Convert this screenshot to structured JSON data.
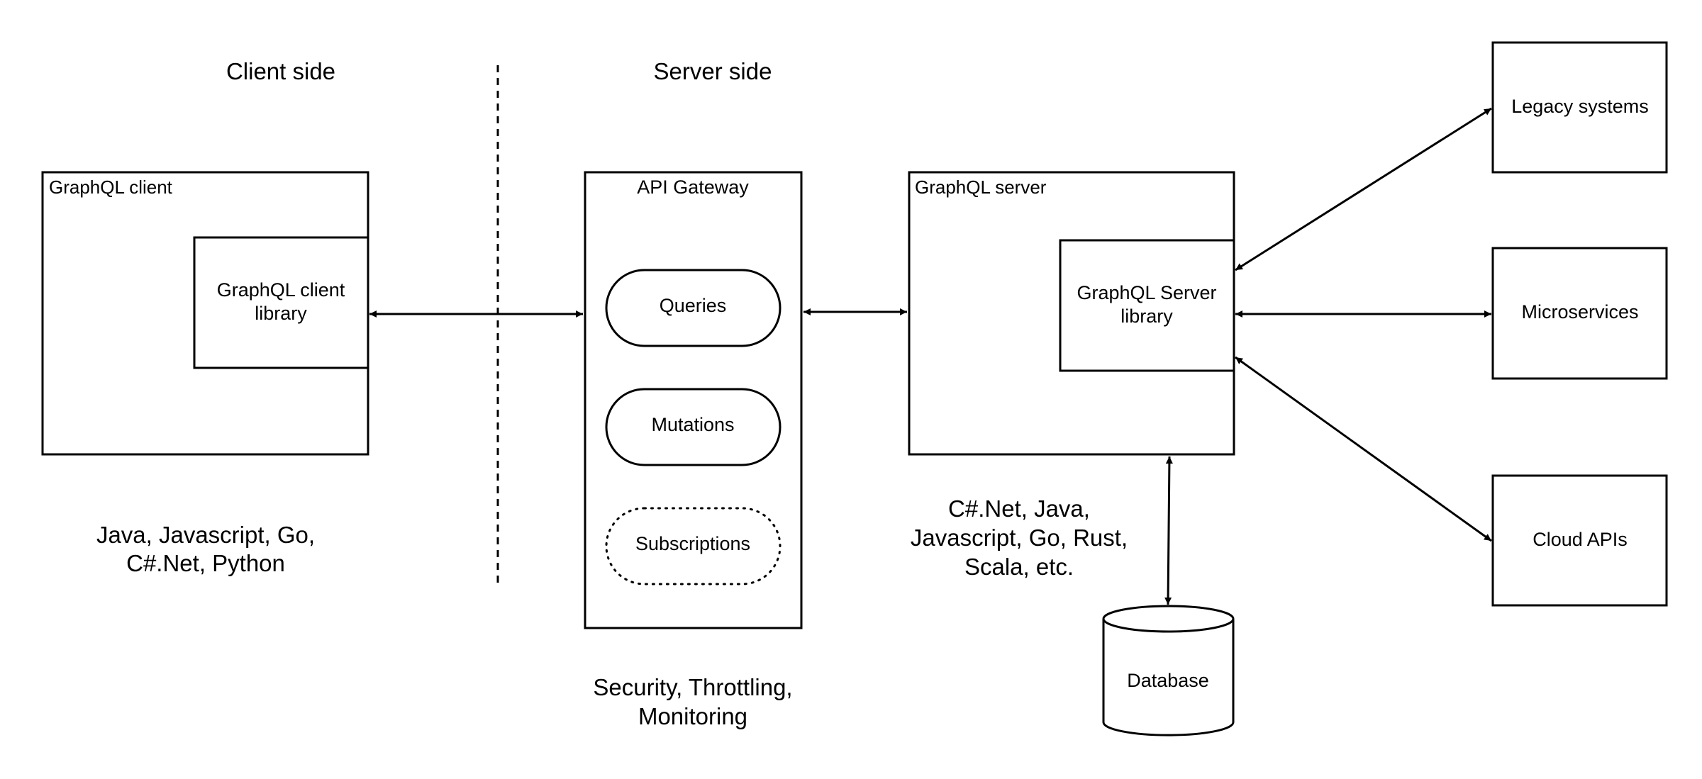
{
  "headings": {
    "client_side": "Client side",
    "server_side": "Server side"
  },
  "graphql_client": {
    "title": "GraphQL client",
    "library_line1": "GraphQL client",
    "library_line2": "library"
  },
  "client_languages": {
    "line1": "Java, Javascript, Go,",
    "line2": "C#.Net, Python"
  },
  "api_gateway": {
    "title": "API Gateway",
    "queries": "Queries",
    "mutations": "Mutations",
    "subscriptions": "Subscriptions",
    "notes_line1": "Security, Throttling,",
    "notes_line2": "Monitoring"
  },
  "graphql_server": {
    "title": "GraphQL server",
    "library_line1": "GraphQL Server",
    "library_line2": "library"
  },
  "server_languages": {
    "line1": "C#.Net, Java,",
    "line2": "Javascript, Go, Rust,",
    "line3": "Scala, etc."
  },
  "backends": {
    "legacy": "Legacy systems",
    "microservices": "Microservices",
    "cloud": "Cloud APIs",
    "database": "Database"
  }
}
